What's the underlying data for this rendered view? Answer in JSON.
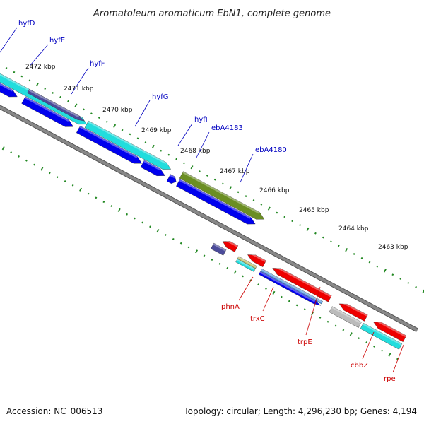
{
  "title": "Aromatoleum aromaticum EbN1, complete genome",
  "footer": {
    "accession": "Accession: NC_006513",
    "summary": "Topology: circular; Length: 4,296,230 bp; Genes: 4,194"
  },
  "colors": {
    "label_upper": "#0000c0",
    "label_lower": "#cc0000",
    "tick": "#228822",
    "backbone": "#888888",
    "blue_gene": "#0000ee",
    "cyan_gene": "#22dddd",
    "red_gene": "#ee0000",
    "olive_gene": "#6b8e23",
    "purple_gene": "#4b4b9a",
    "gray_gene": "#bbbbbb"
  },
  "kbp_labels": [
    "2472 kbp",
    "2471 kbp",
    "2470 kbp",
    "2469 kbp",
    "2468 kbp",
    "2467 kbp",
    "2466 kbp",
    "2465 kbp",
    "2464 kbp",
    "2463 kbp"
  ],
  "gene_labels_upper": [
    "hyfD",
    "hyfE",
    "hyfF",
    "hyfG",
    "hyfI",
    "ebA4183",
    "ebA4180"
  ],
  "gene_labels_lower": [
    "phnA",
    "trxC",
    "trpE",
    "cbbZ",
    "rpe"
  ]
}
